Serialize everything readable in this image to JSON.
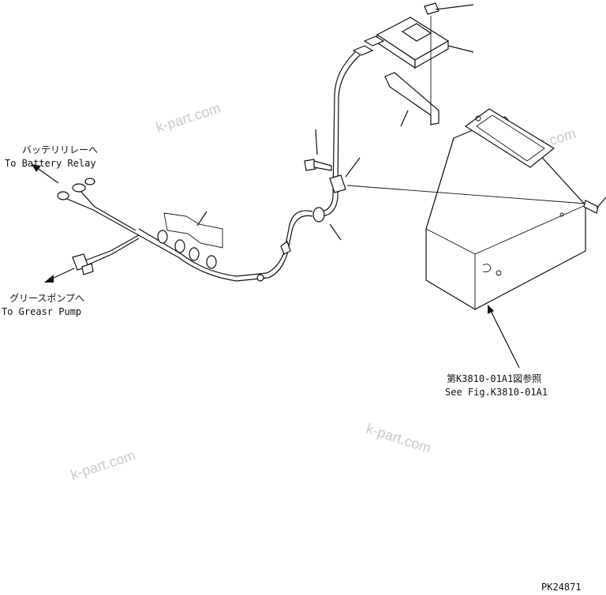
{
  "labels": {
    "battery_relay_jp": "バッテリリレーへ",
    "battery_relay_en": "To Battery Relay",
    "grease_pump_jp": "グリースポンプへ",
    "grease_pump_en": "To Greasr Pump",
    "see_fig_jp": "第K3810-01A1図参照",
    "see_fig_en": "See Fig.K3810-01A1",
    "drawing_code": "PK24871"
  },
  "watermarks": [
    "k-part.com",
    "k-part.com",
    "k-part.com",
    "k-part.com"
  ]
}
